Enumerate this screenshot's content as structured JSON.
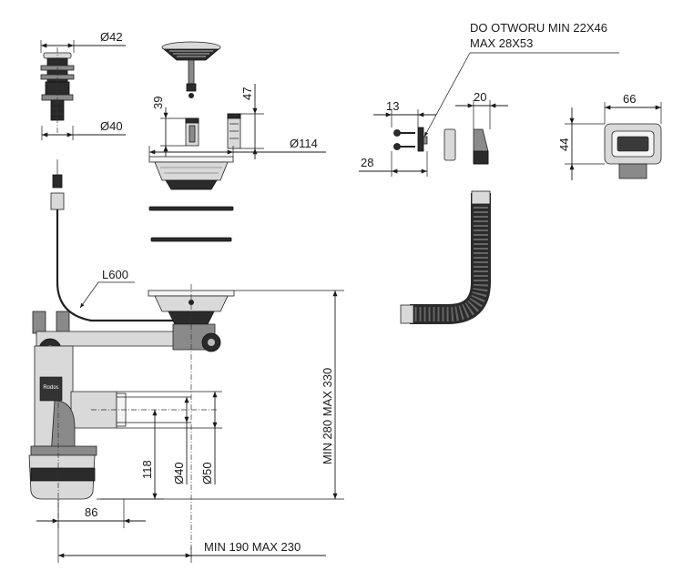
{
  "labels": {
    "d42": "Ø42",
    "d40_top": "Ø40",
    "h39": "39",
    "h47": "47",
    "d114": "Ø114",
    "l600": "L600",
    "hole_line1": "DO OTWORU MIN 22X46",
    "hole_line2": "MAX 28X53",
    "w13": "13",
    "w28": "28",
    "w20": "20",
    "w66": "66",
    "h44": "44",
    "h118": "118",
    "d40_bottom": "Ø40",
    "d50": "Ø50",
    "w86": "86",
    "height_range": "MIN 280 MAX 330",
    "width_range": "MIN 190 MAX 230",
    "brand_mark": "Rodos"
  }
}
